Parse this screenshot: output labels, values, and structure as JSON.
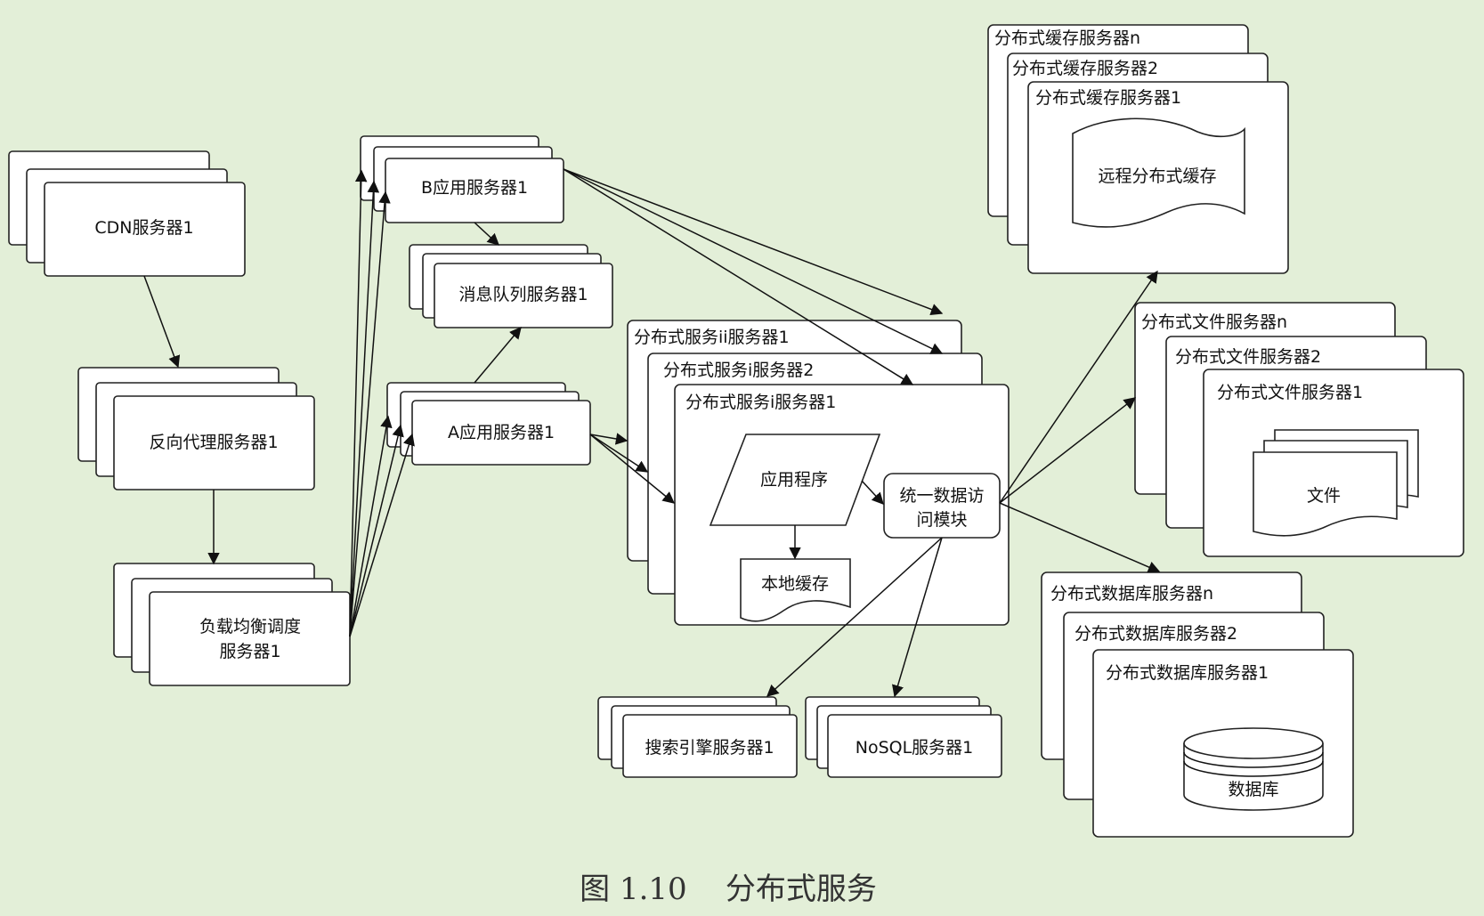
{
  "nodes": {
    "cdn": "CDN服务器1",
    "reverse_proxy": "反向代理服务器1",
    "load_balancer_line1": "负载均衡调度",
    "load_balancer_line2": "服务器1",
    "b_app": "B应用服务器1",
    "mq": "消息队列服务器1",
    "a_app": "A应用服务器1",
    "svc_ii": "分布式服务ii服务器1",
    "svc_i2": "分布式服务i服务器2",
    "svc_i1": "分布式服务i服务器1",
    "app_program": "应用程序",
    "data_access_line1": "统一数据访",
    "data_access_line2": "问模块",
    "local_cache": "本地缓存",
    "search": "搜索引擎服务器1",
    "nosql": "NoSQL服务器1",
    "cache_n": "分布式缓存服务器n",
    "cache_2": "分布式缓存服务器2",
    "cache_1": "分布式缓存服务器1",
    "remote_cache": "远程分布式缓存",
    "file_n": "分布式文件服务器n",
    "file_2": "分布式文件服务器2",
    "file_1": "分布式文件服务器1",
    "file_doc": "文件",
    "db_n": "分布式数据库服务器n",
    "db_2": "分布式数据库服务器2",
    "db_1": "分布式数据库服务器1",
    "database": "数据库"
  },
  "caption": "图 1.10    分布式服务"
}
